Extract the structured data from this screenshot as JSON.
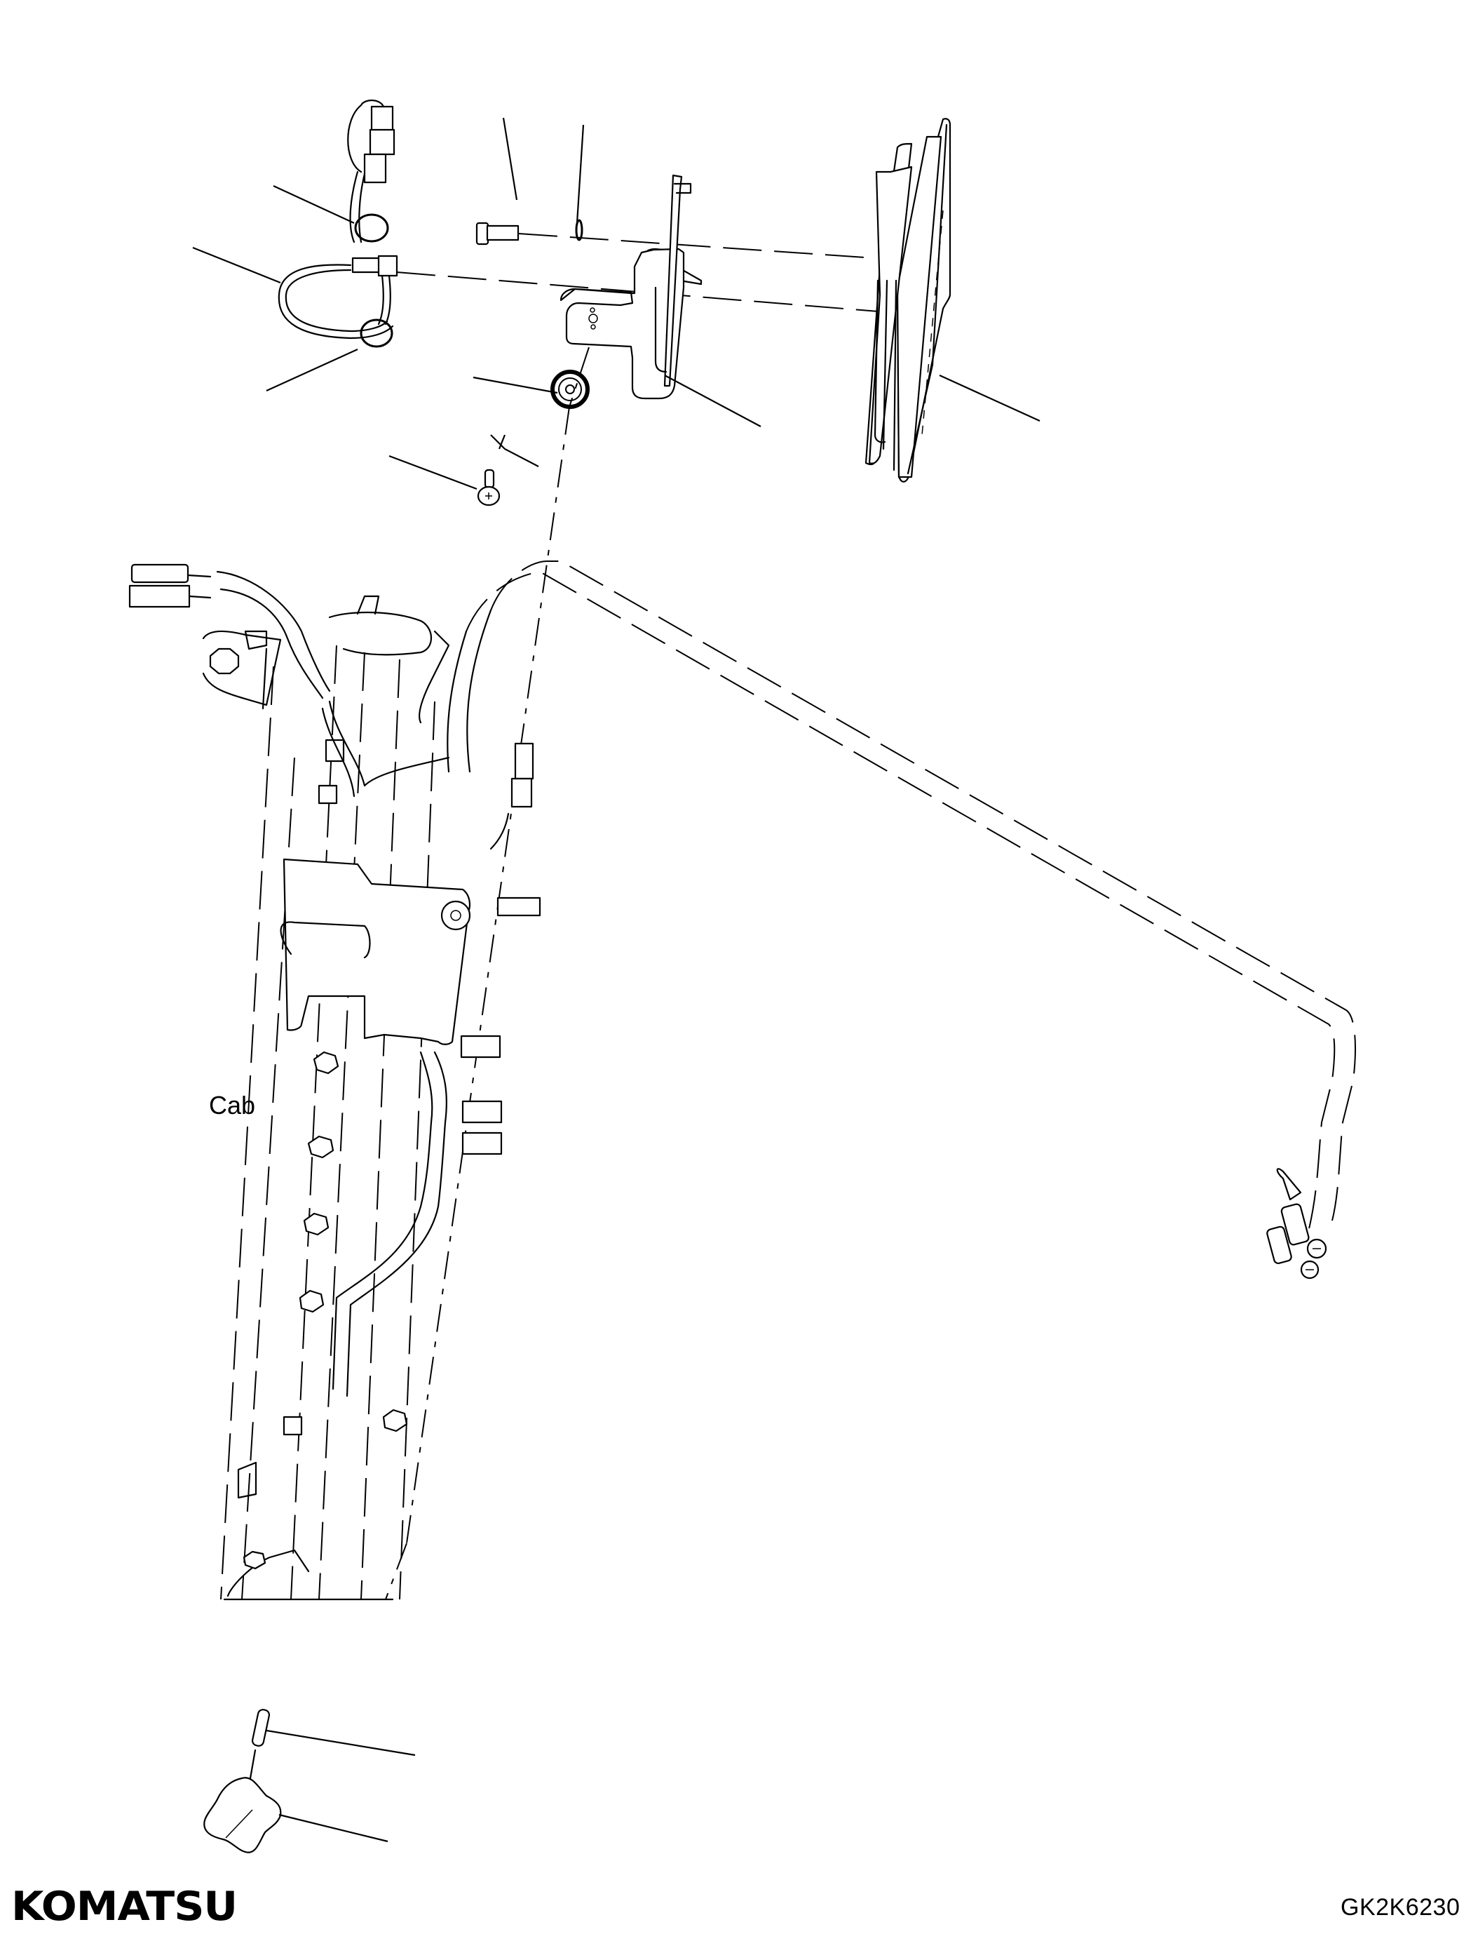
{
  "document": {
    "type": "exploded parts diagram",
    "brand_logo": "KOMATSU",
    "drawing_number": "GK2K6230",
    "labels": {
      "cab": "Cab"
    },
    "callout_leaders": 12,
    "components": [
      {
        "name": "cable-harness-with-rings",
        "region": "top-left"
      },
      {
        "name": "bolt",
        "region": "top-center"
      },
      {
        "name": "washer",
        "region": "top-center"
      },
      {
        "name": "mounting-bracket",
        "region": "top-center-right"
      },
      {
        "name": "monitor-display",
        "region": "top-right"
      },
      {
        "name": "knurled-knob-nut",
        "region": "upper-center"
      },
      {
        "name": "screw",
        "region": "upper-center"
      },
      {
        "name": "cab-pillar-with-harness",
        "region": "center-left"
      },
      {
        "name": "extension-cable-with-connectors",
        "region": "right"
      },
      {
        "name": "stud-pin",
        "region": "bottom-left"
      },
      {
        "name": "star-knob",
        "region": "bottom-left"
      }
    ]
  }
}
